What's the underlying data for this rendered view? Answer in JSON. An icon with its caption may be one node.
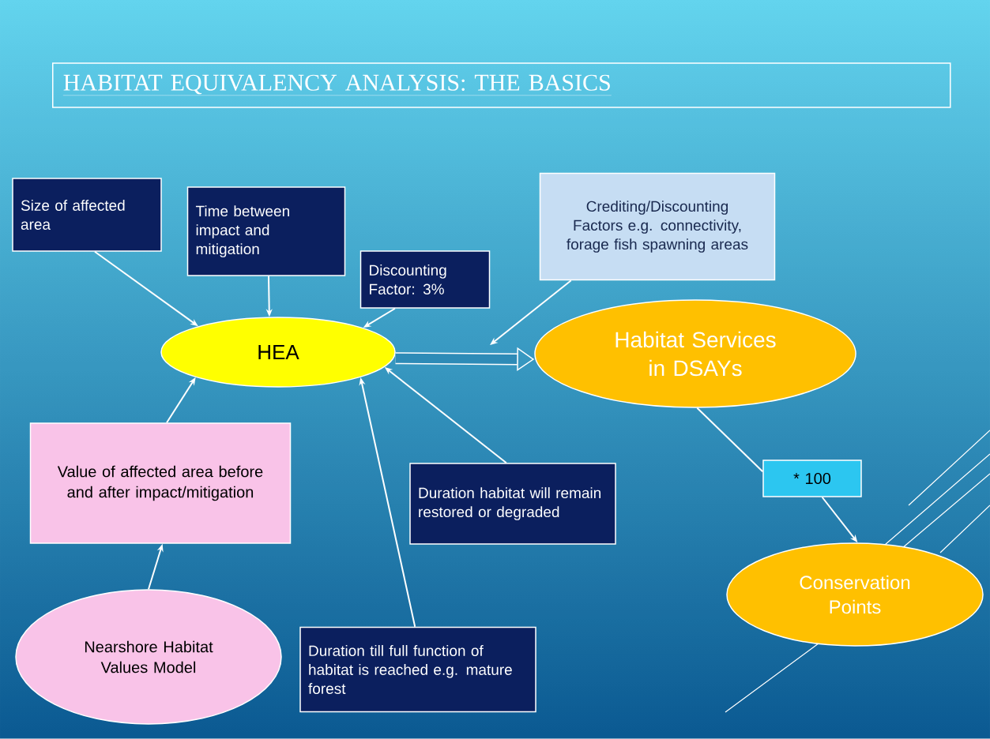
{
  "diagram": {
    "title": "HABITAT EQUIVALENCY ANALYSIS: THE BASICS",
    "nodes": [
      {
        "text": [
          "Size of affected area"
        ]
      },
      {
        "text": [
          "Time between impact and mitigation"
        ]
      },
      {
        "text": [
          "Discounting Factor: 3%"
        ]
      },
      {
        "text": [
          "Crediting/Discounting Factors e.g. connectivity, forage fish spawning areas"
        ]
      },
      {
        "text": [
          "HEA"
        ]
      },
      {
        "text": [
          "Habitat Services in DSAYs"
        ]
      },
      {
        "text": [
          "Value of affected area before and after impact/mitigation"
        ]
      },
      {
        "text": [
          "Duration habitat will remain restored or degraded"
        ]
      },
      {
        "text": [
          "* 100"
        ]
      },
      {
        "text": [
          "Nearshore Habitat Values Model"
        ]
      },
      {
        "text": [
          "Duration till full function of habitat is reached e.g. mature forest"
        ]
      },
      {
        "text": [
          "Conservation Points"
        ]
      }
    ],
    "edges": [
      {
        "from": 0,
        "to": 4,
        "arrow": "to"
      },
      {
        "from": 1,
        "to": 4,
        "arrow": "to"
      },
      {
        "from": 2,
        "to": 4,
        "arrow": "to"
      },
      {
        "from": 6,
        "to": 4,
        "arrow": "to"
      },
      {
        "from": 10,
        "to": 4,
        "arrow": "to"
      },
      {
        "from": 7,
        "to": 4,
        "arrow": "to"
      },
      {
        "from": 9,
        "to": 6,
        "arrow": "to"
      },
      {
        "from": 4,
        "to": 5,
        "arrow": "to",
        "style": "thick"
      },
      {
        "from": 3,
        "to": null,
        "arrow": "to"
      },
      {
        "from": 5,
        "to": 8,
        "arrow": "none"
      },
      {
        "from": 8,
        "to": 11,
        "arrow": "to"
      }
    ]
  }
}
